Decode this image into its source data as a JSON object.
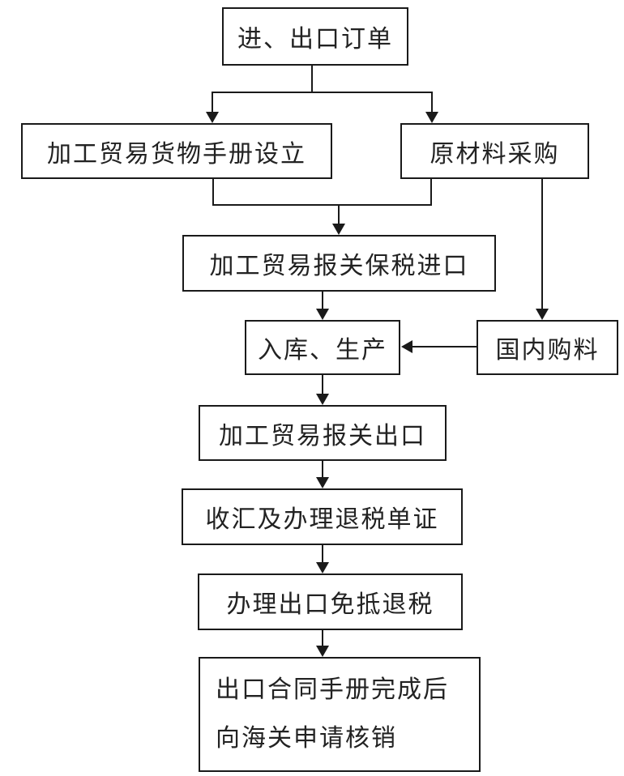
{
  "diagram": {
    "background": "#ffffff",
    "line_color": "#1a1a1a",
    "text_color": "#222222",
    "nodes": {
      "order": {
        "label": "进、出口订单"
      },
      "manual_setup": {
        "label": "加工贸易货物手册设立"
      },
      "raw_material": {
        "label": "原材料采购"
      },
      "bonded_import": {
        "label": "加工贸易报关保税进口"
      },
      "warehouse_production": {
        "label": "入库、生产"
      },
      "domestic_purchase": {
        "label": "国内购料"
      },
      "export_declaration": {
        "label": "加工贸易报关出口"
      },
      "forex_rebate_docs": {
        "label": "收汇及办理退税单证"
      },
      "tax_rebate": {
        "label": "办理出口免抵退税"
      },
      "verification": {
        "line1": "出口合同手册完成后",
        "line2": "向海关申请核销"
      }
    },
    "edges": [
      {
        "from": "order",
        "to": "manual_setup"
      },
      {
        "from": "order",
        "to": "raw_material"
      },
      {
        "from": "manual_setup",
        "to": "bonded_import"
      },
      {
        "from": "raw_material",
        "to": "bonded_import"
      },
      {
        "from": "raw_material",
        "to": "domestic_purchase"
      },
      {
        "from": "bonded_import",
        "to": "warehouse_production"
      },
      {
        "from": "domestic_purchase",
        "to": "warehouse_production"
      },
      {
        "from": "warehouse_production",
        "to": "export_declaration"
      },
      {
        "from": "export_declaration",
        "to": "forex_rebate_docs"
      },
      {
        "from": "forex_rebate_docs",
        "to": "tax_rebate"
      },
      {
        "from": "tax_rebate",
        "to": "verification"
      }
    ]
  }
}
